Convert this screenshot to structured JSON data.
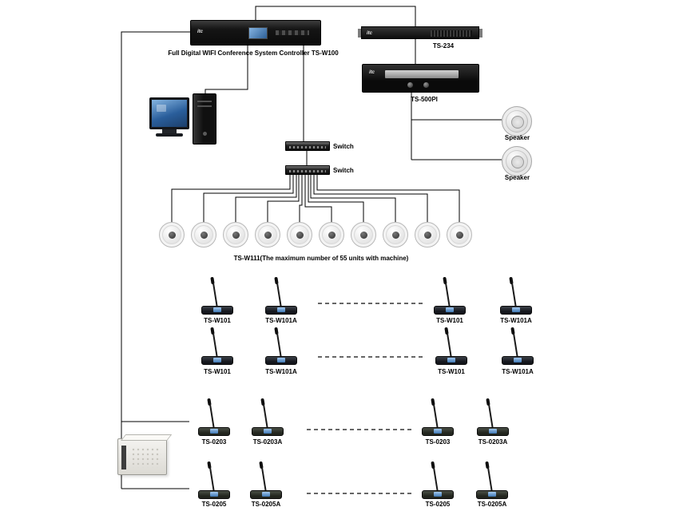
{
  "brand": "itc",
  "controller": {
    "label": "Full Digital WIFI Conference System Controller TS-W100"
  },
  "ts234": {
    "label": "TS-234"
  },
  "ts500pi": {
    "label": "TS-500PI"
  },
  "speakers": {
    "top": "Speaker",
    "bottom": "Speaker"
  },
  "switches": {
    "top": "Switch",
    "bottom": "Switch"
  },
  "tsw111": {
    "label": "TS-W111(The maximum number of 55 units with machine)",
    "unit_count": 10
  },
  "mic_rows": [
    {
      "units": [
        "TS-W101",
        "TS-W101A",
        "TS-W101",
        "TS-W101A"
      ]
    },
    {
      "units": [
        "TS-W101",
        "TS-W101A",
        "TS-W101",
        "TS-W101A"
      ]
    },
    {
      "units": [
        "TS-0203",
        "TS-0203A",
        "TS-0203",
        "TS-0203A"
      ]
    },
    {
      "units": [
        "TS-0205",
        "TS-0205A",
        "TS-0205",
        "TS-0205A"
      ]
    }
  ]
}
